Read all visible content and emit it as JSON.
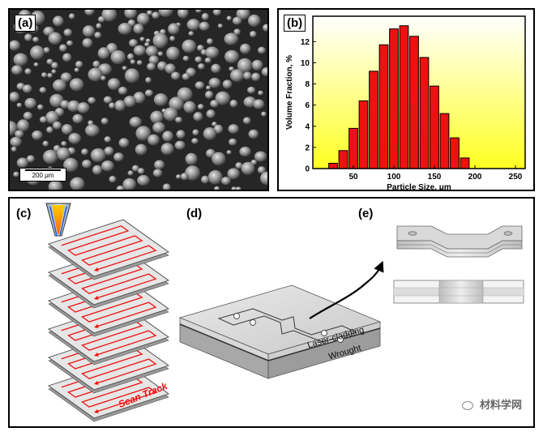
{
  "figure": {
    "panel_a": {
      "tag": "(a)",
      "scale_bar": "200 μm"
    },
    "panel_b": {
      "tag": "(b)"
    },
    "panel_c": {
      "tag": "(c)",
      "label": "Scan Track"
    },
    "panel_d": {
      "tag": "(d)",
      "layer_top": "Laser-cladding",
      "layer_bottom": "Wrought"
    },
    "panel_e": {
      "tag": "(e)"
    },
    "watermark": "材料学网"
  },
  "chart_data": {
    "type": "bar",
    "x": [
      25,
      37.5,
      50,
      62.5,
      75,
      87.5,
      100,
      112.5,
      125,
      137.5,
      150,
      162.5,
      175,
      187.5
    ],
    "values": [
      0.5,
      1.7,
      3.8,
      6.4,
      9.2,
      11.7,
      13.2,
      13.5,
      12.5,
      10.5,
      7.8,
      5.2,
      2.9,
      1.0
    ],
    "title": "",
    "xlabel": "Particle Size, μm",
    "ylabel": "Volume Fraction, %",
    "xlim": [
      0,
      262
    ],
    "ylim": [
      0,
      14.4
    ],
    "xticks": [
      50,
      100,
      150,
      200,
      250
    ],
    "yticks": [
      0,
      2,
      4,
      6,
      8,
      10,
      12
    ],
    "colors": {
      "bar": "#ee1111",
      "bg_top": "#ffffff",
      "bg_bottom": "#ffff22"
    },
    "grid": false
  }
}
